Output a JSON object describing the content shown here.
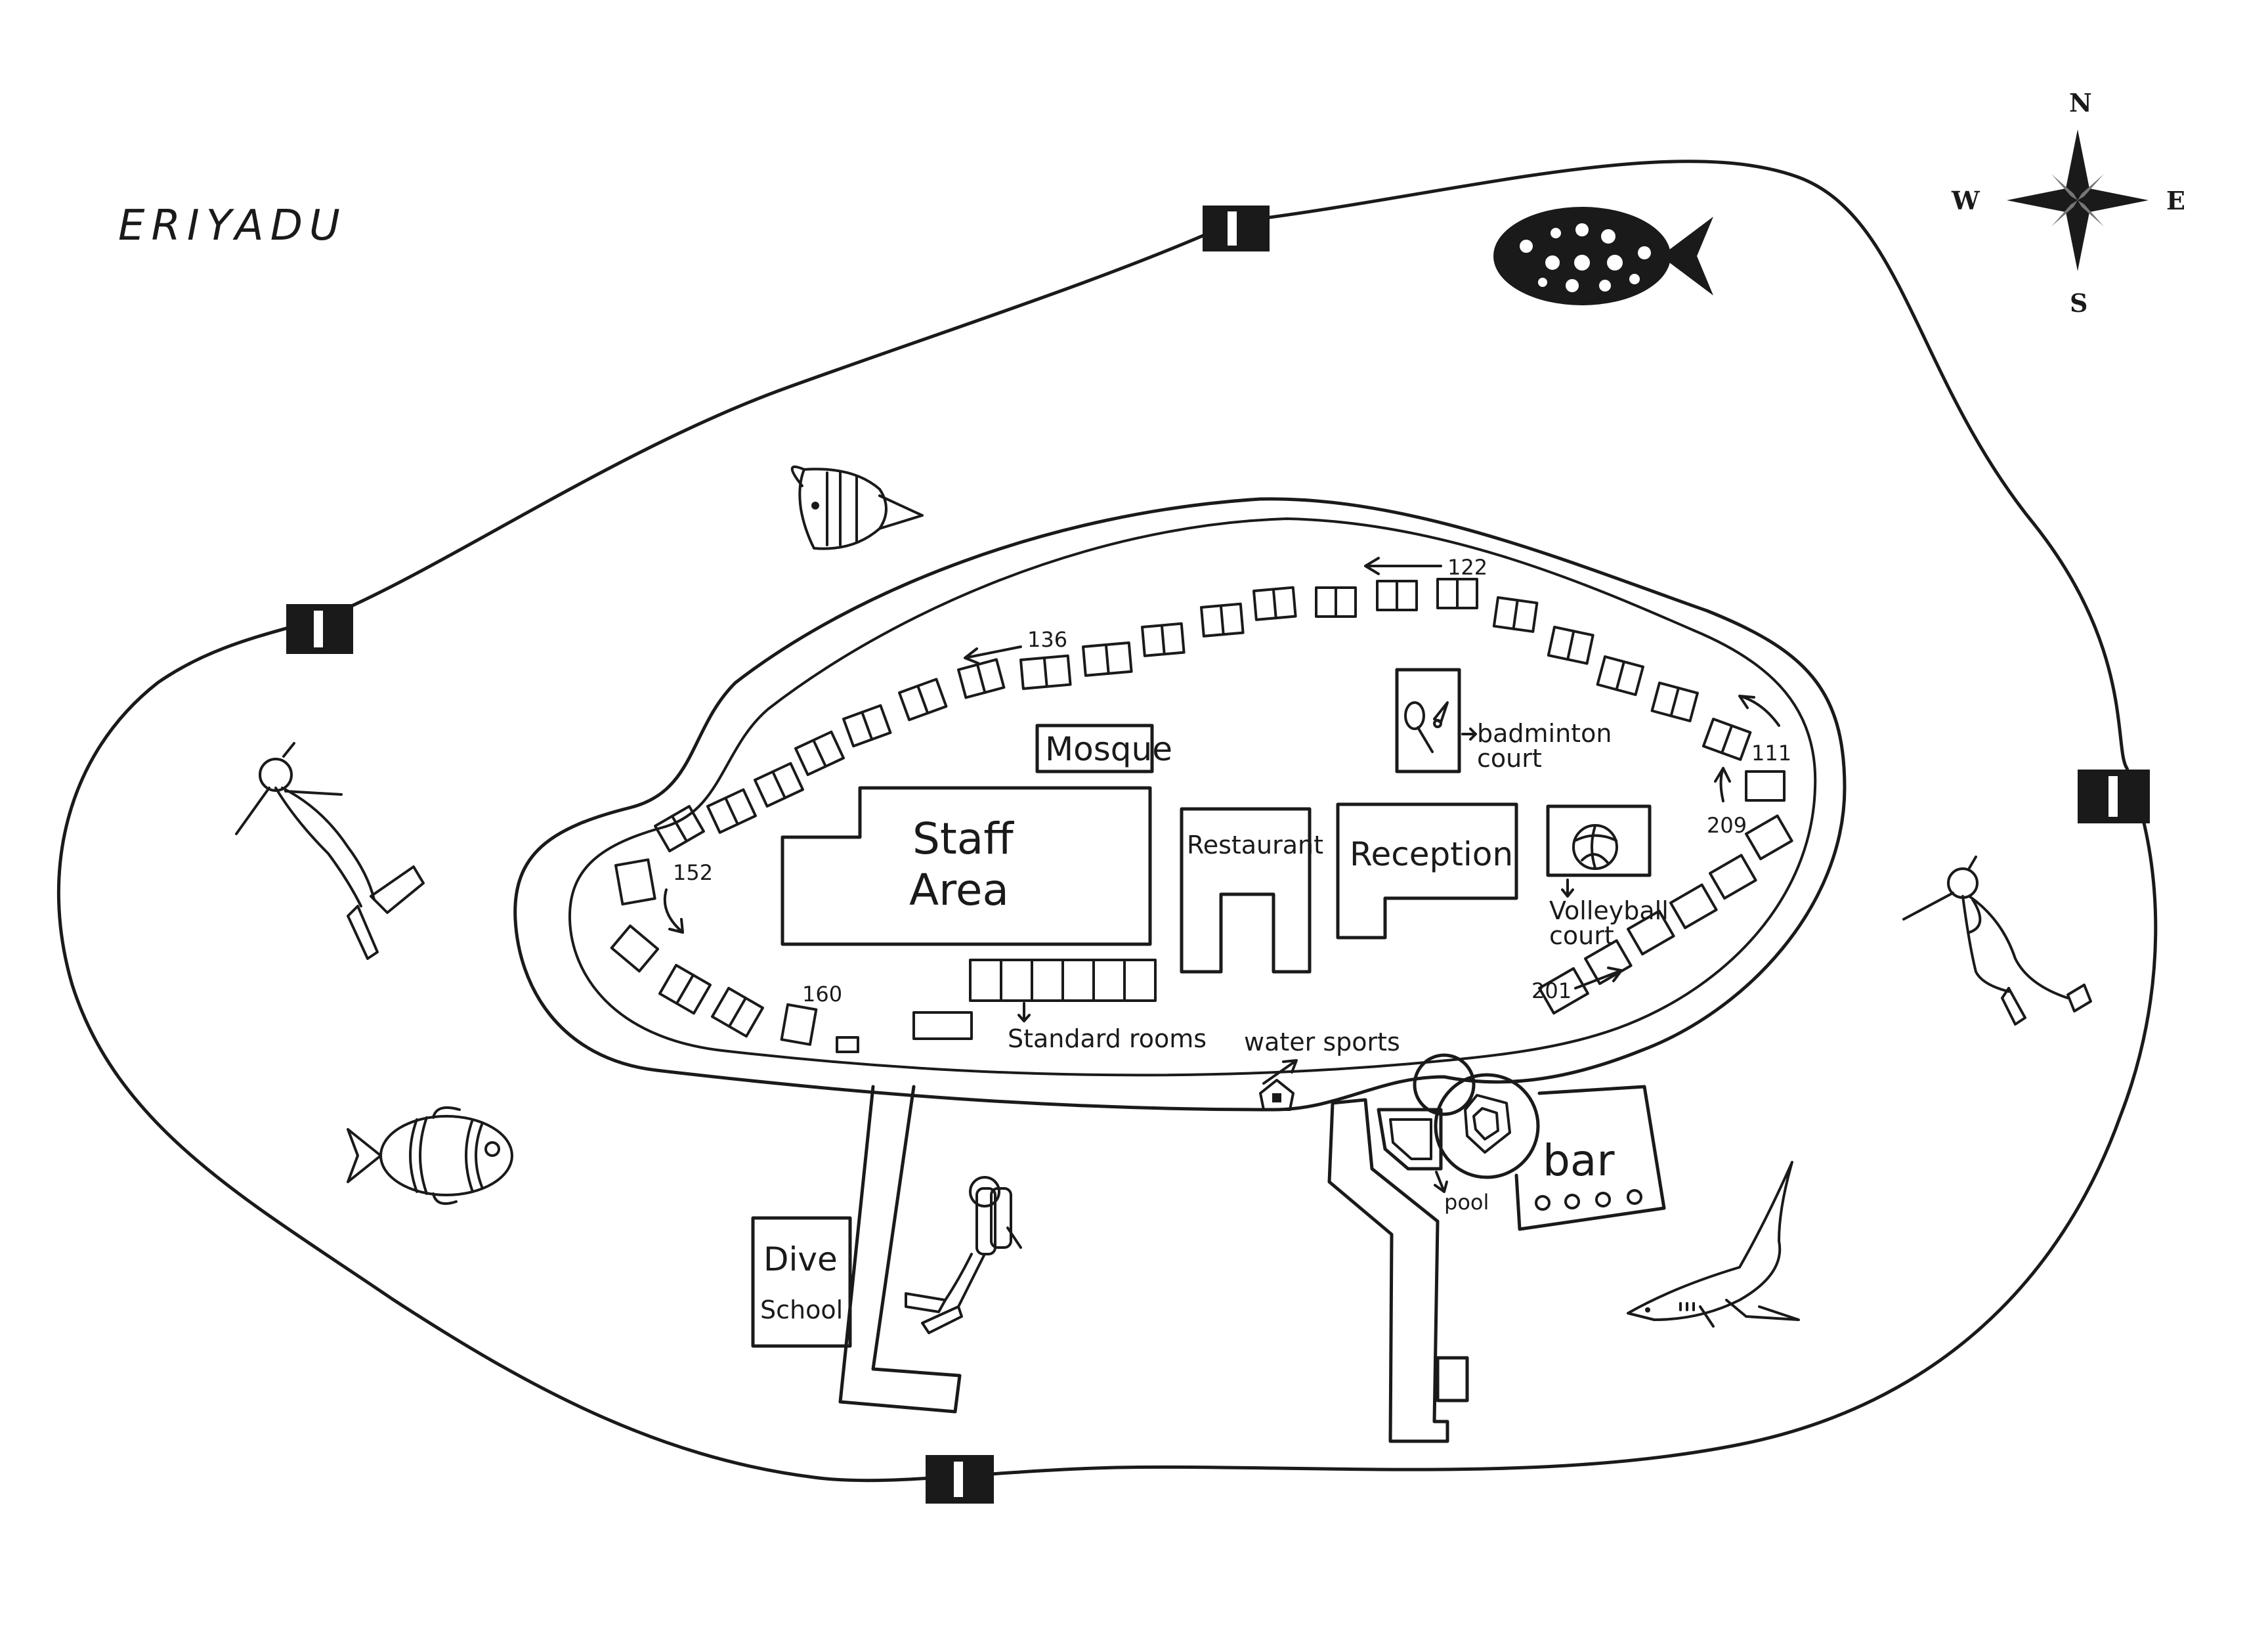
{
  "map": {
    "title": "ERIYADU",
    "compass": {
      "north": "N",
      "south": "S",
      "east": "E",
      "west": "W"
    },
    "facilities": {
      "mosque": "Mosque",
      "staff_area_line1": "Staff",
      "staff_area_line2": "Area",
      "restaurant": "Restaurant",
      "reception": "Reception",
      "badminton_line1": "badminton",
      "badminton_line2": "court",
      "volleyball_line1": "Volleyball",
      "volleyball_line2": "court",
      "standard_rooms": "Standard rooms",
      "water_sports": "water sports",
      "pool": "pool",
      "bar": "bar",
      "dive_school_line1": "Dive",
      "dive_school_line2": "School"
    },
    "room_numbers": {
      "r122": "122",
      "r136": "136",
      "r111": "111",
      "r209": "209",
      "r201": "201",
      "r152": "152",
      "r160": "160"
    },
    "icons": [
      "compass-rose-icon",
      "grouper-fish-icon",
      "butterfly-fish-icon",
      "clownfish-icon",
      "snorkeler-icon",
      "scuba-diver-icon",
      "shark-icon",
      "badminton-icon",
      "volleyball-icon",
      "reef-marker-icon"
    ]
  }
}
